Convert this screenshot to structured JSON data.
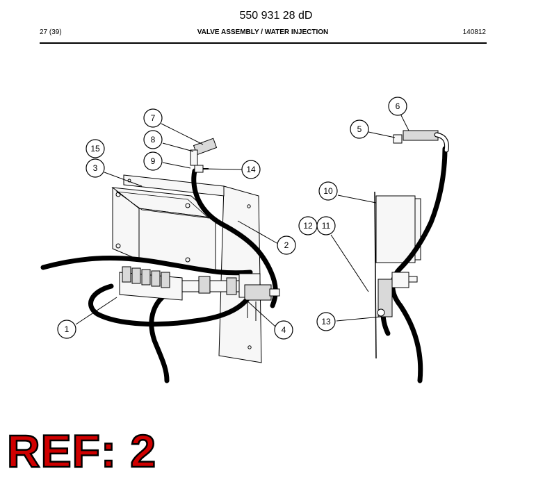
{
  "header": {
    "doc_number": "550 931 28 dD",
    "page": "27 (39)",
    "title": "VALVE ASSEMBLY / WATER INJECTION",
    "date_code": "140812"
  },
  "callouts": [
    "1",
    "2",
    "3",
    "4",
    "5",
    "6",
    "7",
    "8",
    "9",
    "10",
    "11",
    "12",
    "13",
    "14",
    "15"
  ],
  "ref_label": "REF: 2",
  "colors": {
    "ref": "#d00000",
    "line": "#000000",
    "background": "#ffffff"
  }
}
